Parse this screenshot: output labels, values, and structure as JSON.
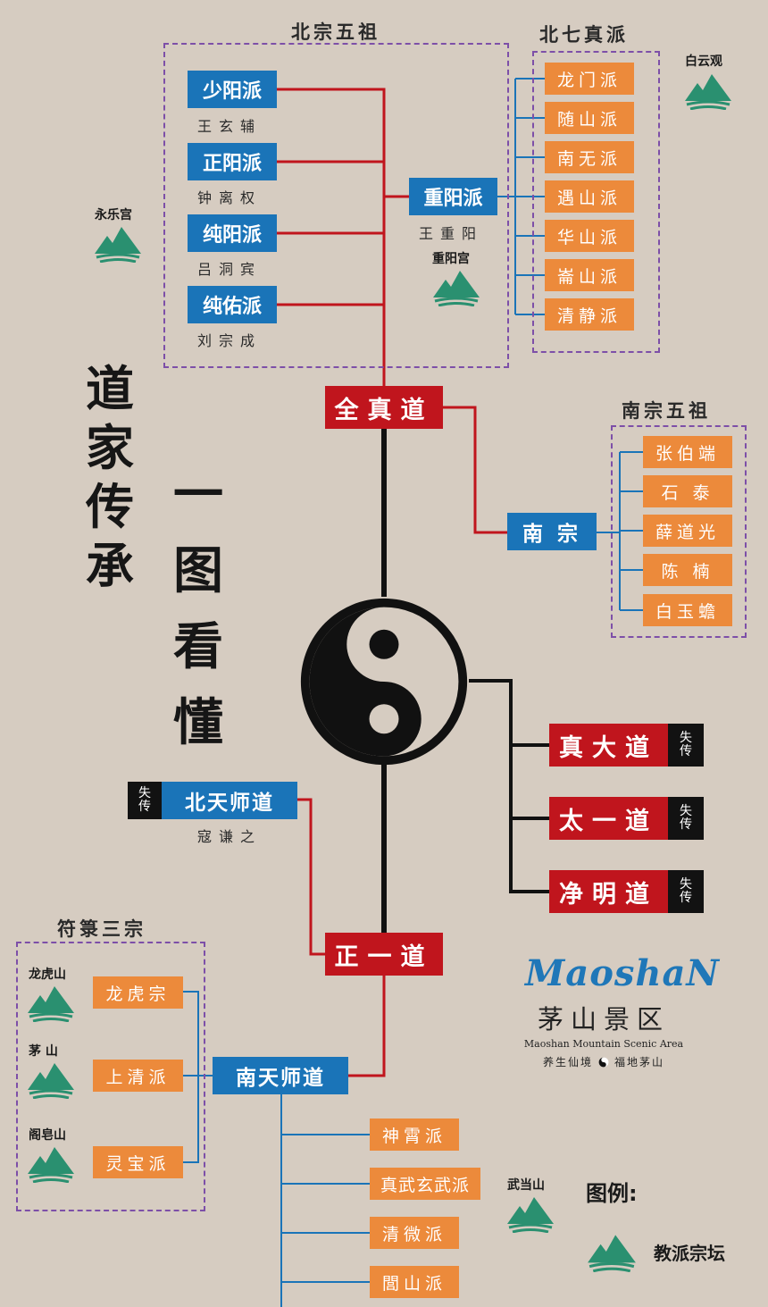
{
  "title": {
    "left": [
      "道",
      "家",
      "传",
      "承"
    ],
    "right": [
      "一",
      "图",
      "看",
      "懂"
    ]
  },
  "north": {
    "five_header": "北宗五祖",
    "seven_header": "北七真派",
    "sects": [
      {
        "name": "少阳派",
        "founder": "王玄辅"
      },
      {
        "name": "正阳派",
        "founder": "钟离权"
      },
      {
        "name": "纯阳派",
        "founder": "吕洞宾"
      },
      {
        "name": "纯佑派",
        "founder": "刘宗成"
      }
    ],
    "chongyang": {
      "name": "重阳派",
      "founder": "王重阳"
    },
    "seven": [
      "龙门派",
      "随山派",
      "南无派",
      "遇山派",
      "华山派",
      "崙山派",
      "清静派"
    ],
    "places": {
      "yonglegong": "永乐宫",
      "chongyanggong": "重阳宫",
      "baiyunguan": "白云观"
    }
  },
  "quanzhen": "全真道",
  "south": {
    "header": "南宗五祖",
    "label": "南  宗",
    "patriarchs": [
      "张伯端",
      "石  泰",
      "薛道光",
      "陈  楠",
      "白玉蟾"
    ]
  },
  "lost": {
    "tag": [
      "失",
      "传"
    ],
    "items": [
      "真大道",
      "太一道",
      "净明道"
    ]
  },
  "beitianshi": {
    "name": "北天师道",
    "founder": "寇谦之"
  },
  "zhengyi": "正一道",
  "fulu": {
    "header": "符箓三宗",
    "sects": [
      "龙虎宗",
      "上清派",
      "灵宝派"
    ],
    "mountains": [
      "龙虎山",
      "茅  山",
      "阁皂山"
    ]
  },
  "nantianshi": {
    "name": "南天师道",
    "branches": [
      "神霄派",
      "真武玄武派",
      "清微派",
      "閭山派"
    ]
  },
  "wudang": "武当山",
  "legend": {
    "title": "图例:",
    "item": "教派宗坛"
  },
  "logo": {
    "brand": "MaoshaN",
    "cn": "茅山景区",
    "en": "Maoshan Mountain Scenic Area",
    "slogan_left": "养生仙境",
    "slogan_right": "福地茅山"
  },
  "colors": {
    "background": "#d6ccc1",
    "blue": "#1a74b8",
    "orange": "#ec8a3b",
    "red": "#c0151d",
    "mountain": "#2a9070",
    "dash": "#7d4fa8"
  },
  "icons": {
    "mountain": "mountain-temple-icon",
    "taiji": "yin-yang-icon"
  }
}
